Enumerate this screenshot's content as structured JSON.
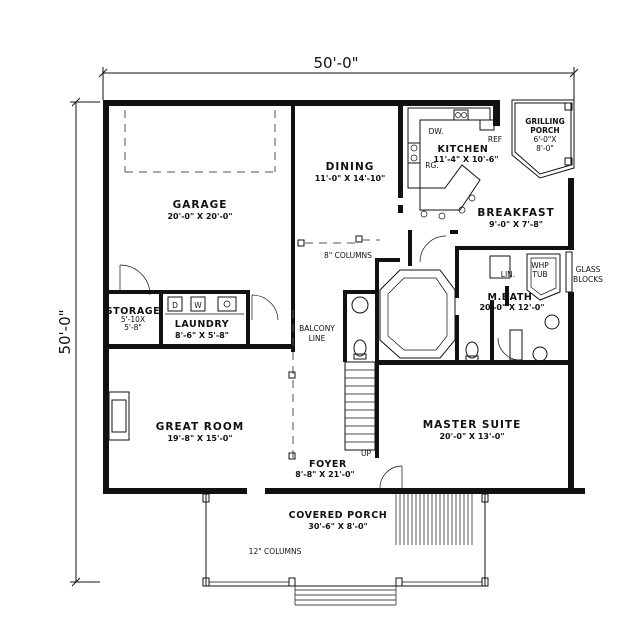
{
  "overall_width": "50'-0\"",
  "overall_depth": "50'-0\"",
  "rooms": {
    "grilling_porch": {
      "name": "GRILLING PORCH",
      "name_line1": "GRILLING",
      "name_line2": "PORCH",
      "size_line1": "6'-0\"X",
      "size_line2": "8'-0\""
    },
    "kitchen": {
      "name": "KITCHEN",
      "size": "11'-4\" X 10'-6\""
    },
    "dining": {
      "name": "DINING",
      "size": "11'-0\" X 14'-10\""
    },
    "garage": {
      "name": "GARAGE",
      "size": "20'-0\" X 20'-0\""
    },
    "breakfast": {
      "name": "BREAKFAST",
      "size": "9'-0\" X 7'-8\""
    },
    "storage": {
      "name": "STORAGE",
      "size_line1": "5'-10X",
      "size_line2": "5'-8\""
    },
    "laundry": {
      "name": "LAUNDRY",
      "size": "8'-6\" X 5'-8\""
    },
    "m_bath": {
      "name": "M.BATH",
      "size": "20'-0\" X 12'-0\""
    },
    "great_room": {
      "name": "GREAT ROOM",
      "size": "19'-8\" X 15'-0\""
    },
    "master_suite": {
      "name": "MASTER SUITE",
      "size": "20'-0\" X 13'-0\""
    },
    "foyer": {
      "name": "FOYER",
      "size": "8'-8\" X 21'-0\""
    },
    "covered_porch": {
      "name": "COVERED PORCH",
      "size": "30'-6\" X 8'-0\""
    }
  },
  "notes": {
    "dw": "DW.",
    "ref": "REF",
    "rg": "RG.",
    "columns_8": "8\" COLUMNS",
    "columns_12": "12\" COLUMNS",
    "balcony_line1": "BALCONY",
    "balcony_line2": "LINE",
    "lin": "LIN.",
    "whp_line1": "WHP",
    "whp_line2": "TUB",
    "glass_line1": "GLASS",
    "glass_line2": "BLOCKS",
    "up": "UP",
    "washer": "W",
    "dryer": "D"
  }
}
